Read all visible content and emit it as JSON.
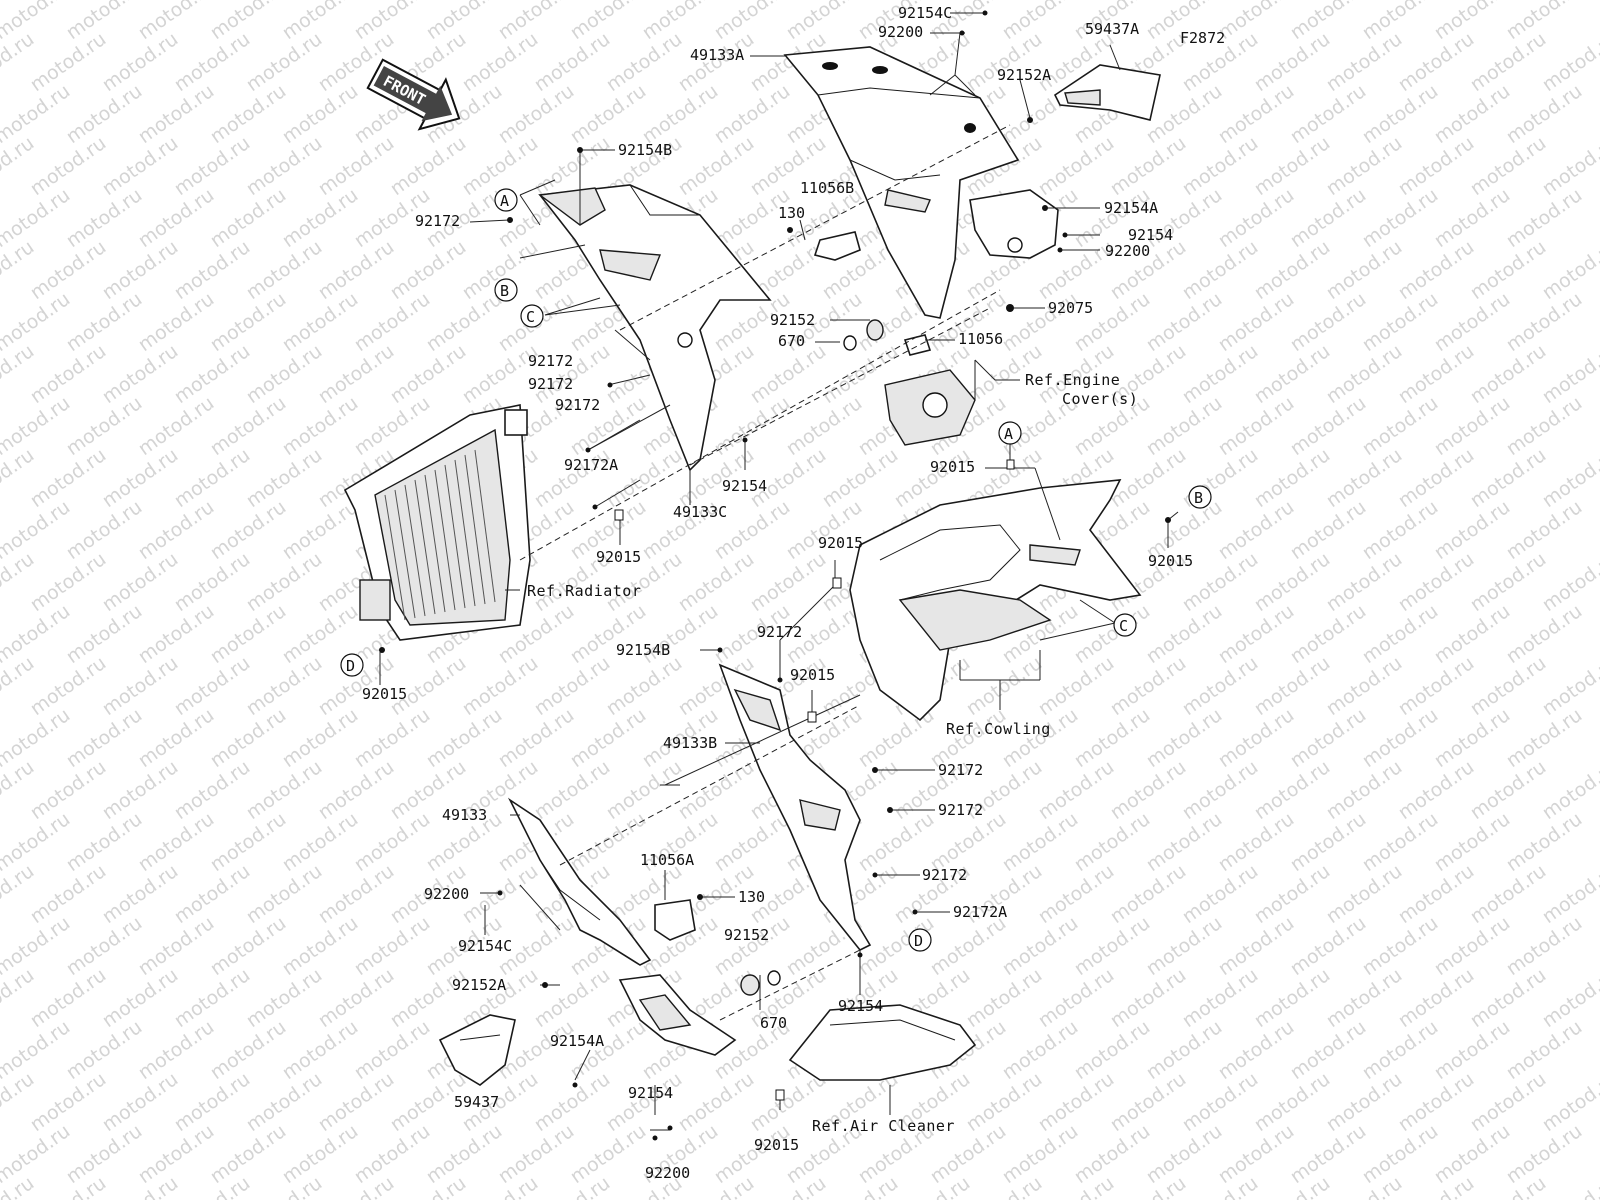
{
  "figure_code": "F2872",
  "watermark": "motod.ru",
  "front_arrow_label": "FRONT",
  "callouts": {
    "a": "A",
    "b": "B",
    "c": "C",
    "d": "D"
  },
  "labels": {
    "l92154C_top": "92154C",
    "l92200_top": "92200",
    "l49133A": "49133A",
    "l59437A": "59437A",
    "l92152A_top": "92152A",
    "l92154B_top": "92154B",
    "l11056B": "11056B",
    "l130_top": "130",
    "l92154A_top": "92154A",
    "l92154_right": "92154",
    "l92200_right": "92200",
    "l92172_a": "92172",
    "l92075": "92075",
    "l92152_top": "92152",
    "l670_top": "670",
    "l11056": "11056",
    "l92172_b": "92172",
    "l92172_c": "92172",
    "l92172_d": "92172",
    "l92172A_top": "92172A",
    "l92154_mid": "92154",
    "l49133C": "49133C",
    "l92015_a": "92015",
    "l92015_b": "92015",
    "l92015_c": "92015",
    "l92015_right": "92015",
    "l92015_d": "92015",
    "l92154B_mid": "92154B",
    "l92172_e": "92172",
    "l92015_e": "92015",
    "l49133B": "49133B",
    "l92172_f": "92172",
    "l92172_g": "92172",
    "l49133": "49133",
    "l11056A": "11056A",
    "l92172_h": "92172",
    "l92200_low": "92200",
    "l130_low": "130",
    "l92172A_low": "92172A",
    "l92154C_low": "92154C",
    "l92152_low": "92152",
    "l92152A_low": "92152A",
    "l670_low": "670",
    "l92154_low": "92154",
    "l92154A_low": "92154A",
    "l92154_bottom": "92154",
    "l59437": "59437",
    "l92015_bottom": "92015",
    "l92200_bottom": "92200"
  },
  "references": {
    "engine_cover_1": "Ref.Engine",
    "engine_cover_2": "Cover(s)",
    "radiator": "Ref.Radiator",
    "cowling": "Ref.Cowling",
    "air_cleaner": "Ref.Air Cleaner"
  }
}
